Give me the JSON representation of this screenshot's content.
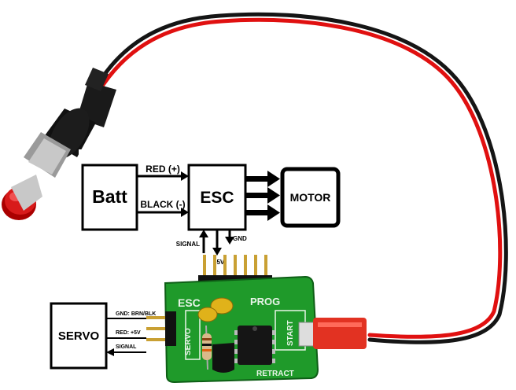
{
  "diagram": {
    "batt_label": "Batt",
    "esc_label": "ESC",
    "motor_label": "MOTOR",
    "servo_label": "SERVO",
    "wire_red_label": "RED (+)",
    "wire_black_label": "BLACK (-)",
    "esc_signal_label": "SIGNAL",
    "esc_plus5v_label": "+5V",
    "esc_gnd_label": "GND",
    "servo_gnd_label": "GND: BRN/BLK",
    "servo_red_label": "RED: +5V",
    "servo_signal_label": "SIGNAL"
  },
  "board": {
    "silkscreen_esc": "ESC",
    "silkscreen_prog": "PROG",
    "silkscreen_servo": "SERVO",
    "silkscreen_start": "START",
    "silkscreen_retract": "RETRACT"
  },
  "colors": {
    "pcb_green": "#1f9a2a",
    "wire_red": "#e01010",
    "wire_black": "#151515",
    "connector_red": "#e23222",
    "button_red": "#d81a1a",
    "capacitor_yellow": "#e0b21a"
  }
}
